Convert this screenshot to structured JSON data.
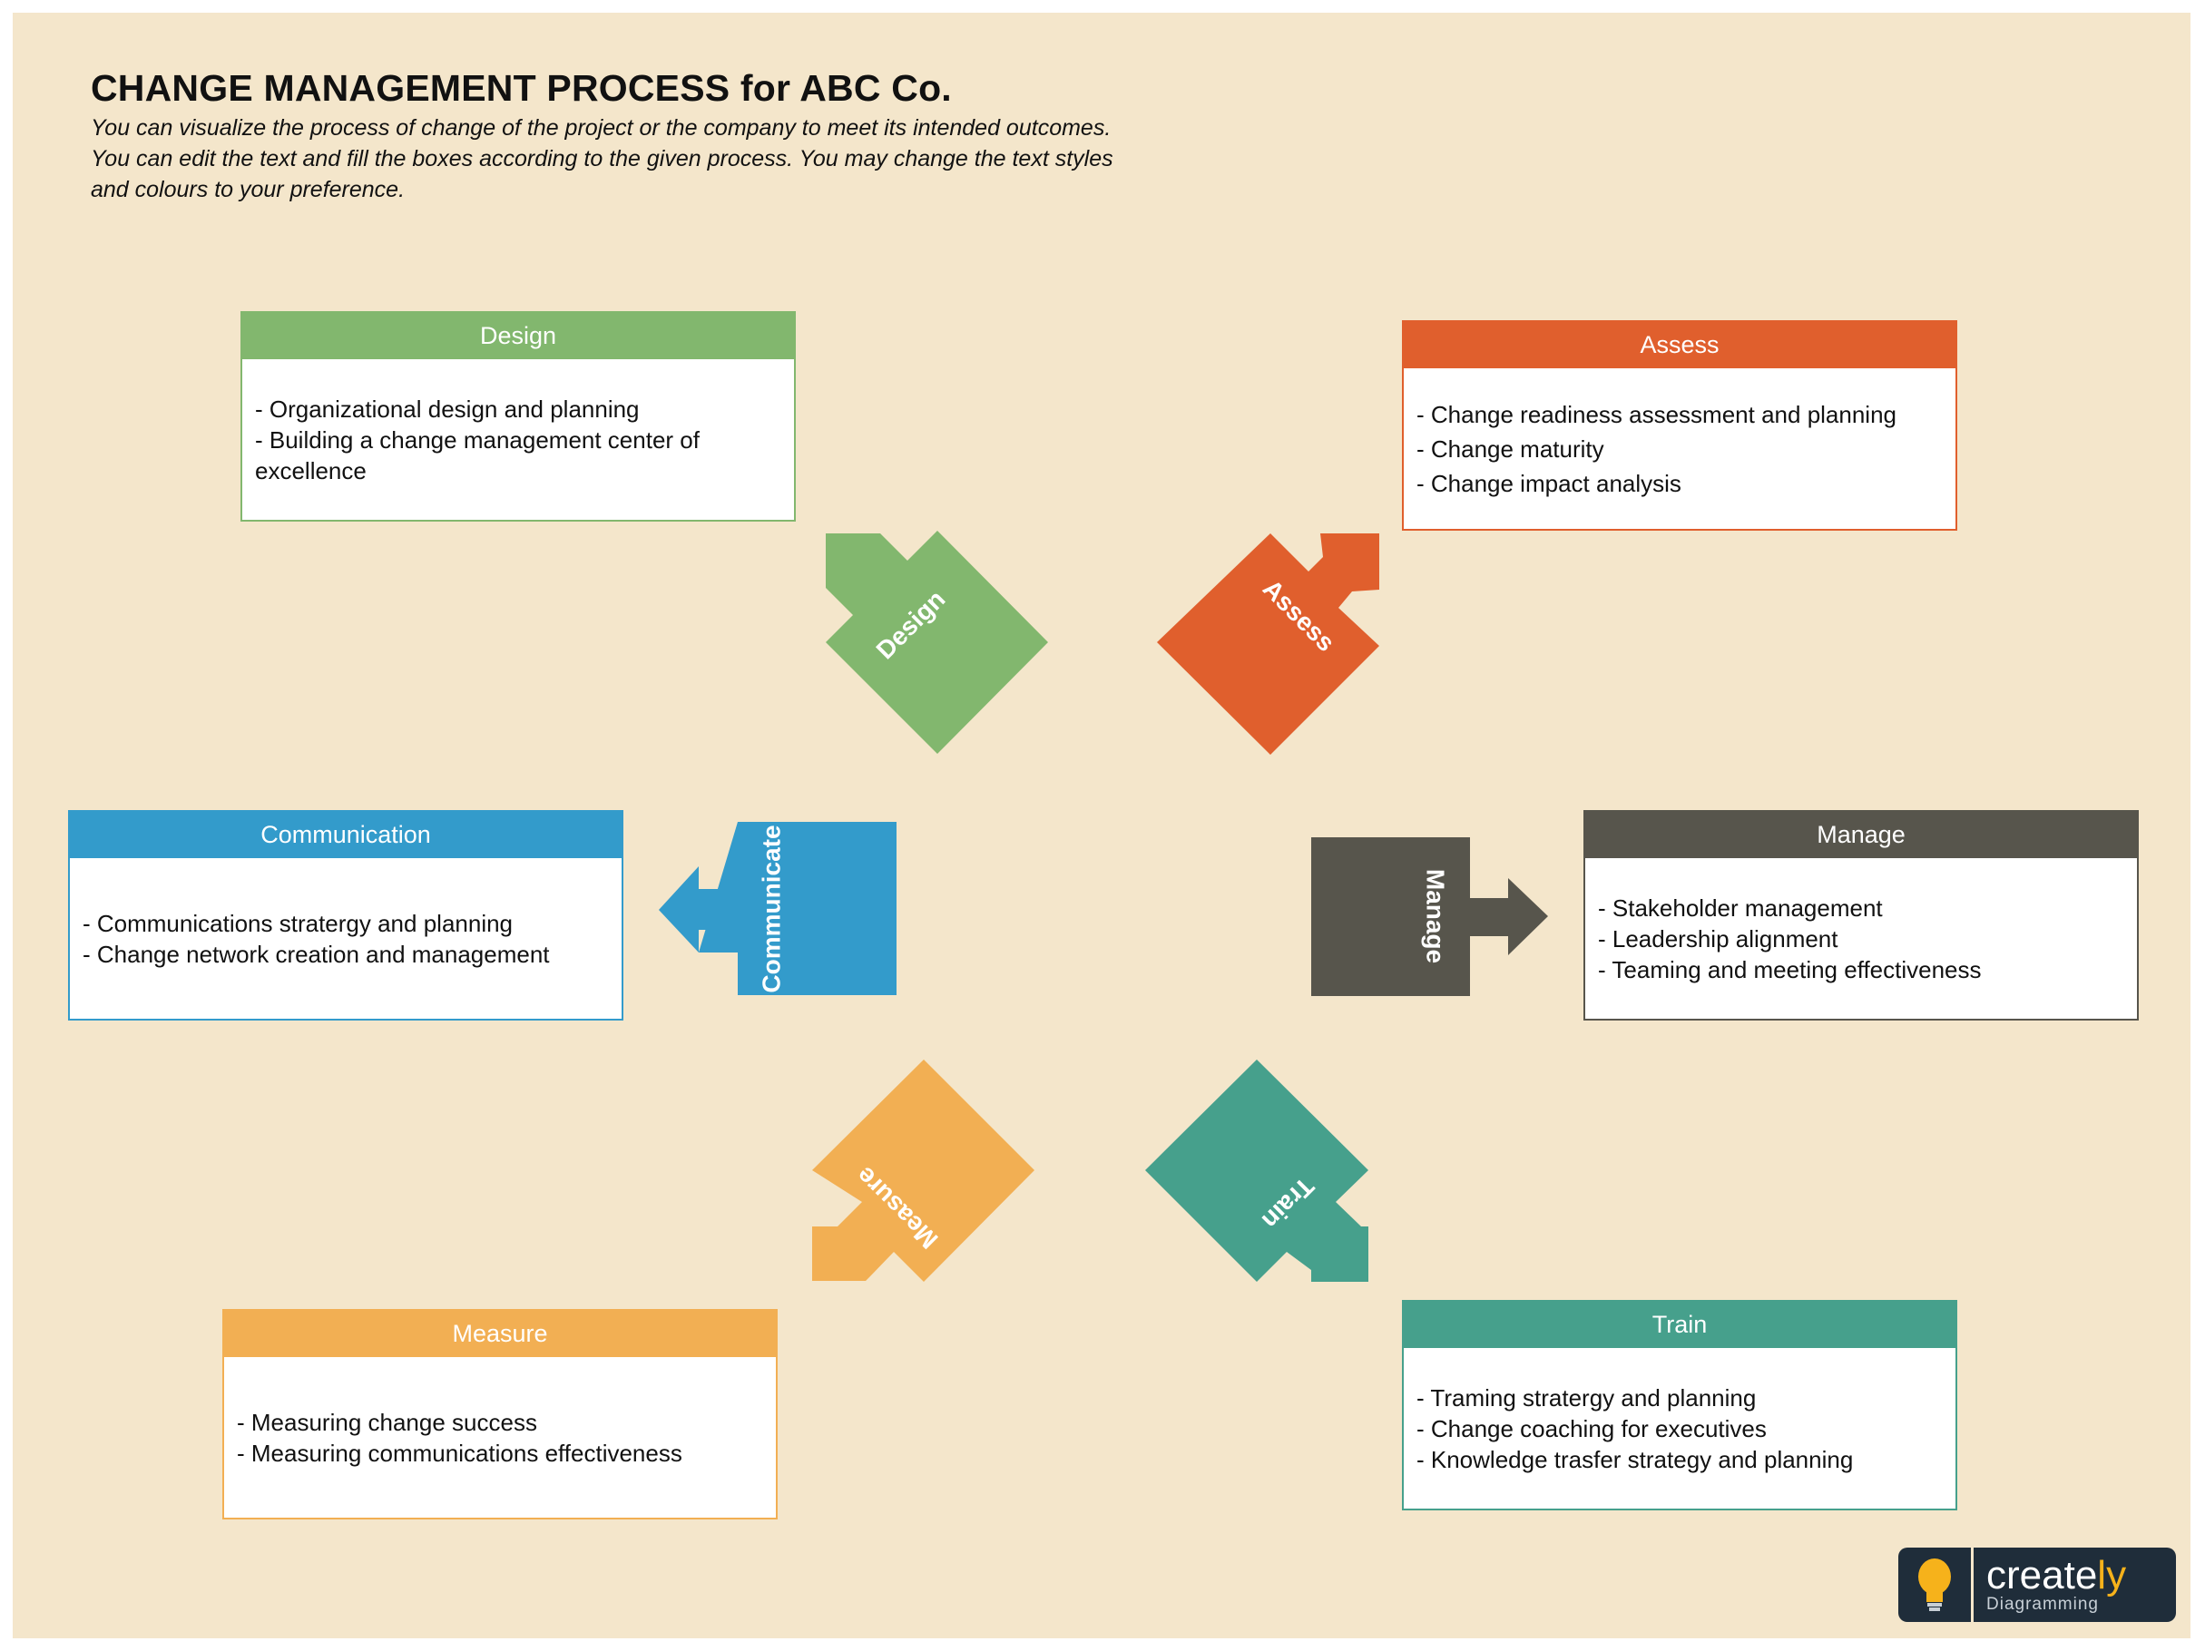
{
  "title": "CHANGE MANAGEMENT PROCESS for ABC Co.",
  "subtitle": "You can visualize the process of change of the project or the company to meet its intended outcomes. You can edit the text and fill the boxes according to the given process. You may change the text styles and colours to your preference.",
  "colors": {
    "design": "#82b76e",
    "assess": "#e05f2d",
    "communicate": "#339bcb",
    "manage": "#57554c",
    "measure": "#f2af53",
    "train": "#46a08c",
    "background": "#f4e6cb"
  },
  "cards": {
    "design": {
      "header": "Design",
      "lines": [
        "- Organizational design and planning",
        "- Building a change management center of",
        "excellence"
      ]
    },
    "assess": {
      "header": "Assess",
      "lines": [
        "- Change readiness assessment and planning",
        "- Change maturity",
        "- Change impact analysis"
      ]
    },
    "communication": {
      "header": "Communication",
      "lines": [
        "- Communications stratergy and planning",
        "- Change network creation and management"
      ]
    },
    "manage": {
      "header": "Manage",
      "lines": [
        "- Stakeholder management",
        "- Leadership alignment",
        "- Teaming and meeting effectiveness"
      ]
    },
    "measure": {
      "header": "Measure",
      "lines": [
        "- Measuring change success",
        "- Measuring communications effectiveness"
      ]
    },
    "train": {
      "header": "Train",
      "lines": [
        "- Traming stratergy and planning",
        "- Change coaching for executives",
        "- Knowledge trasfer strategy and planning"
      ]
    }
  },
  "shapes": {
    "design": "Design",
    "assess": "Assess",
    "communicate": "Communicate",
    "manage": "Manage",
    "measure": "Measure",
    "train": "Train"
  },
  "logo": {
    "word_main": "create",
    "word_accent": "ly",
    "sub": "Diagramming",
    "icon": "lightbulb-icon"
  }
}
